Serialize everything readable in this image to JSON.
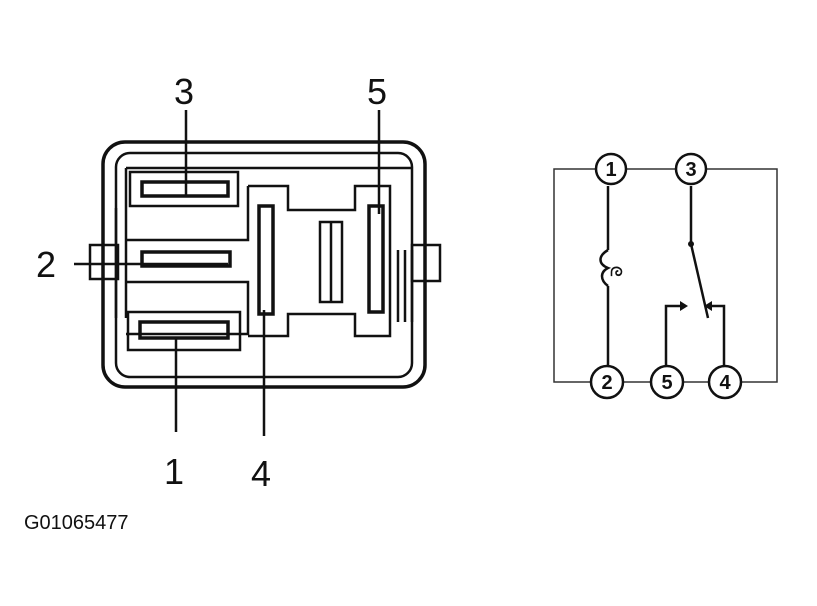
{
  "connector": {
    "pin_labels": {
      "p1": "1",
      "p2": "2",
      "p3": "3",
      "p4": "4",
      "p5": "5"
    }
  },
  "schematic": {
    "terminals": {
      "t1": "1",
      "t2": "2",
      "t3": "3",
      "t4": "4",
      "t5": "5"
    },
    "coil_symbol": "ᘓ"
  },
  "figure_id": "G01065477",
  "colors": {
    "ink": "#111111",
    "background": "#ffffff"
  }
}
